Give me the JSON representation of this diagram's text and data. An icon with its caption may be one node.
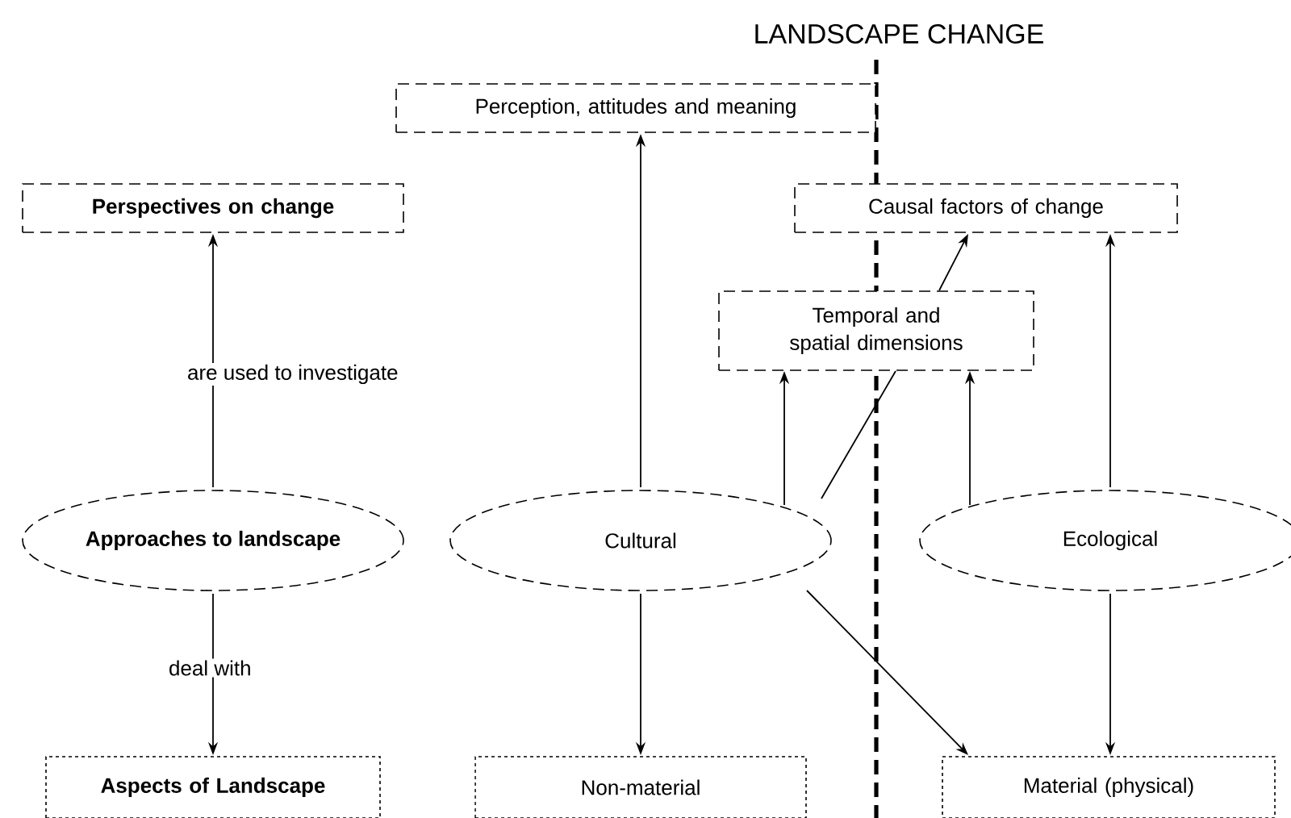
{
  "diagram": {
    "title": "LANDSCAPE CHANGE",
    "nodes": [
      {
        "text": [
          "Perception, attitudes and meaning"
        ]
      },
      {
        "text": [
          "Perspectives on change"
        ]
      },
      {
        "text": [
          "Causal factors of change"
        ]
      },
      {
        "text": [
          "Temporal and spatial dimensions"
        ]
      },
      {
        "text": [
          "Approaches to landscape"
        ]
      },
      {
        "text": [
          "Cultural"
        ]
      },
      {
        "text": [
          "Ecological"
        ]
      },
      {
        "text": [
          "Aspects of Landscape"
        ]
      },
      {
        "text": [
          "Non-material"
        ]
      },
      {
        "text": [
          "Material (physical)"
        ]
      }
    ],
    "edges": [
      {
        "from": 4,
        "to": 1,
        "arrow": "to",
        "label": "are used to investigate"
      },
      {
        "from": 4,
        "to": 7,
        "arrow": "to",
        "label": "deal with"
      },
      {
        "from": 5,
        "to": 0,
        "arrow": "to"
      },
      {
        "from": 5,
        "to": 8,
        "arrow": "to"
      },
      {
        "from": 5,
        "to": 3,
        "arrow": "to"
      },
      {
        "from": 5,
        "to": 3,
        "arrow": "none"
      },
      {
        "from": 3,
        "to": 2,
        "arrow": "to"
      },
      {
        "from": 5,
        "to": 9,
        "arrow": "to"
      },
      {
        "from": 6,
        "to": 3,
        "arrow": "to"
      },
      {
        "from": 6,
        "to": 2,
        "arrow": "to"
      },
      {
        "from": 6,
        "to": 9,
        "arrow": "to"
      }
    ]
  }
}
